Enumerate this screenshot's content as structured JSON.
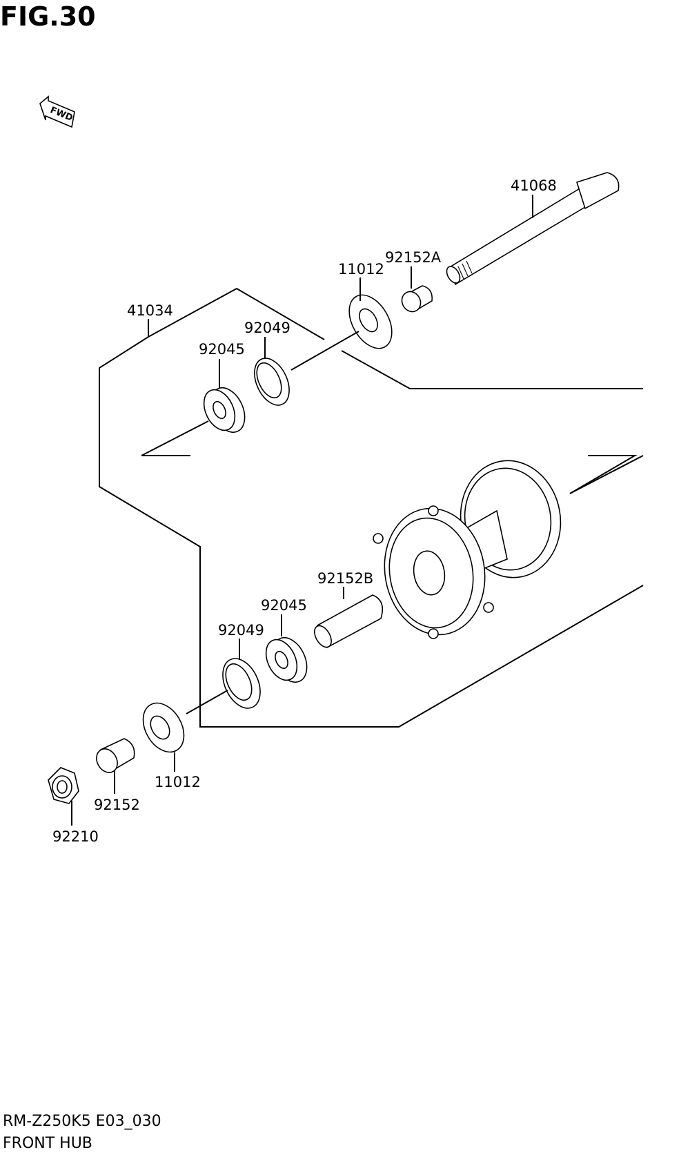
{
  "figure": {
    "title": "FIG.30",
    "model_code": "RM-Z250K5 E03_030",
    "name": "FRONT HUB",
    "fwd_label": "FWD"
  },
  "labels": {
    "p41068": "41068",
    "p92152a": "92152A",
    "p11012_top": "11012",
    "p41034": "41034",
    "p92049_top": "92049",
    "p92045_top": "92045",
    "p92152b": "92152B",
    "p92045_bottom": "92045",
    "p92049_bottom": "92049",
    "p11012_bottom": "11012",
    "p92152": "92152",
    "p92210": "92210"
  }
}
